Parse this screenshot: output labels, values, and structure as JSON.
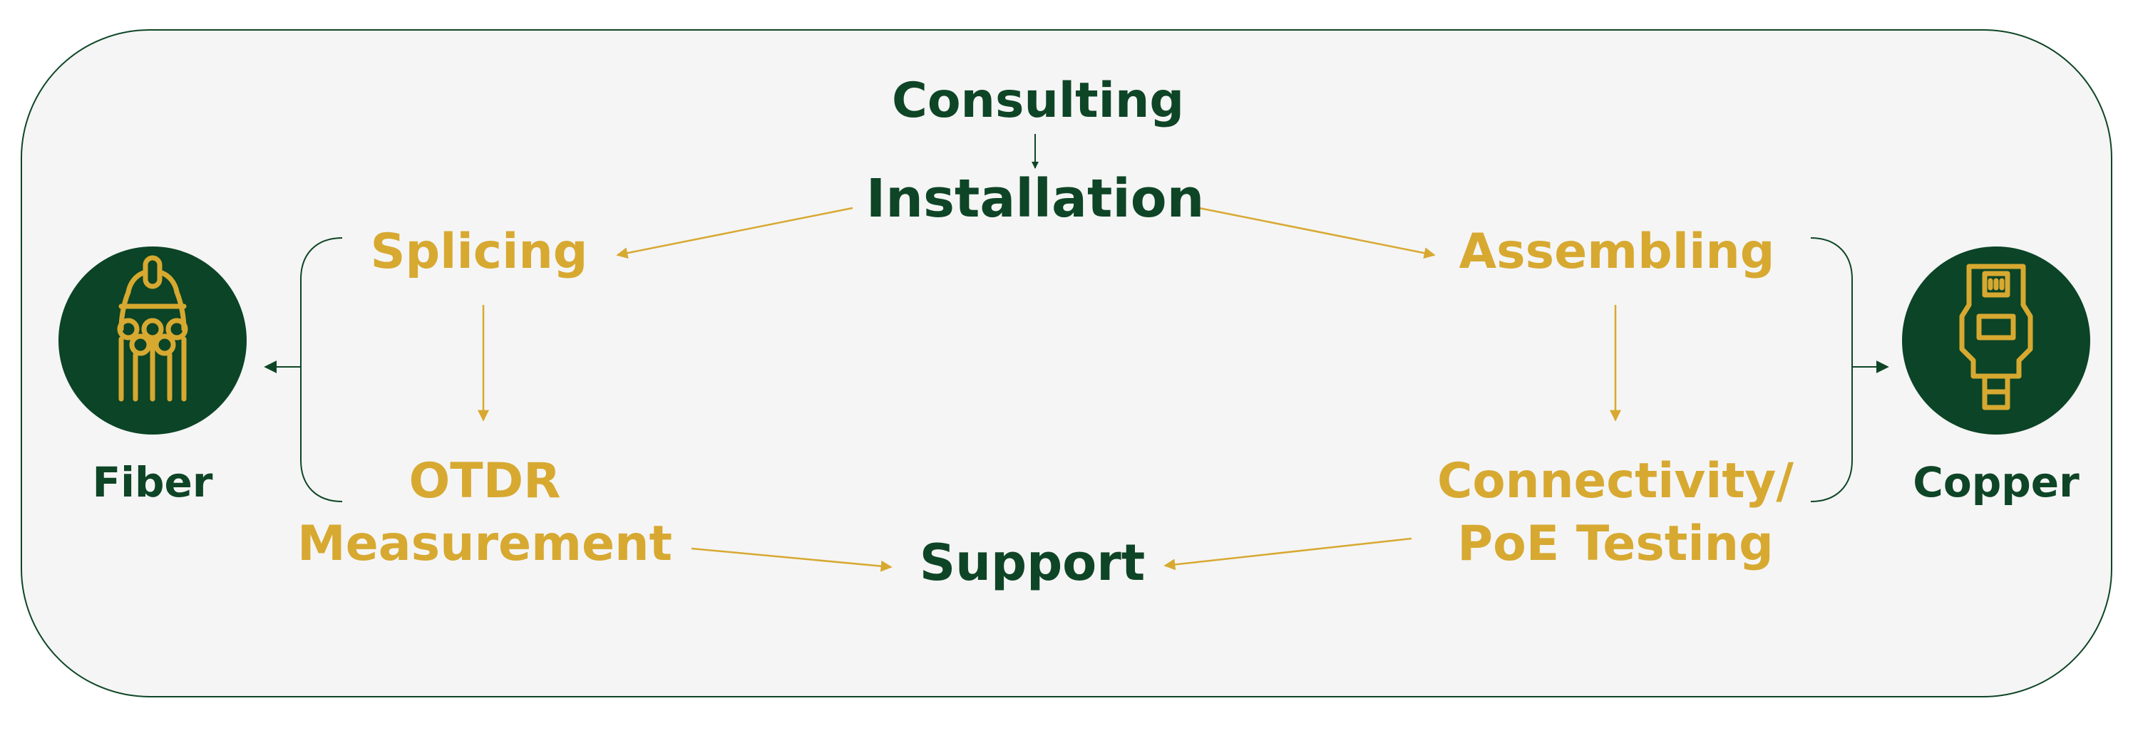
{
  "colors": {
    "green": "#0e4526",
    "gold": "#d7a931",
    "panel": "#f5f5f5",
    "icon_circle": "#0b4426"
  },
  "steps": {
    "consulting": "Consulting",
    "installation": "Installation",
    "splicing": "Splicing",
    "otdr_line1": "OTDR",
    "otdr_line2": "Measurement",
    "assembling": "Assembling",
    "connectivity_line1": "Connectivity/",
    "connectivity_line2": "PoE Testing",
    "support": "Support"
  },
  "endpoints": {
    "fiber": {
      "label": "Fiber",
      "icon": "fiber-cable-icon"
    },
    "copper": {
      "label": "Copper",
      "icon": "ethernet-connector-icon"
    }
  }
}
